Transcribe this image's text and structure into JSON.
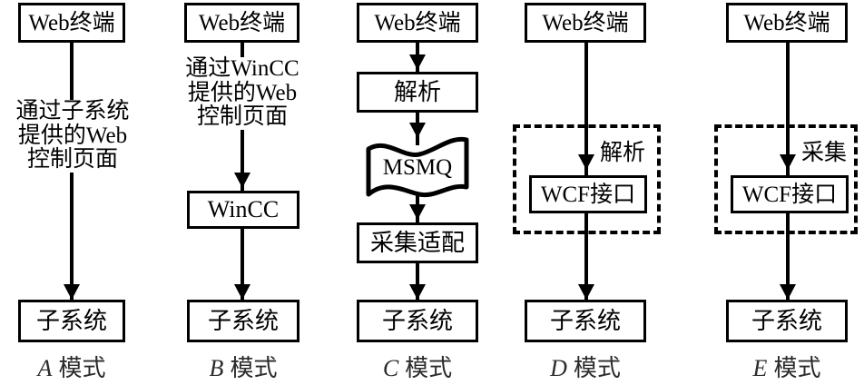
{
  "diagram": {
    "title": "Web terminal access mode comparison diagram",
    "columns": [
      {
        "id": "A",
        "mode_letter": "A",
        "mode_word": "模式",
        "top_node": "Web终端",
        "bottom_node": "子系统",
        "path_text_lines": [
          "通过子系统",
          "提供的Web",
          "控制页面"
        ],
        "middle_nodes": []
      },
      {
        "id": "B",
        "mode_letter": "B",
        "mode_word": "模式",
        "top_node": "Web终端",
        "bottom_node": "子系统",
        "path_text_lines": [
          "通过WinCC",
          "提供的Web",
          "控制页面"
        ],
        "middle_nodes": [
          "WinCC"
        ]
      },
      {
        "id": "C",
        "mode_letter": "C",
        "mode_word": "模式",
        "top_node": "Web终端",
        "bottom_node": "子系统",
        "path_text_lines": [],
        "middle_nodes": [
          "解析",
          "MSMQ",
          "采集适配"
        ],
        "queue_node": "MSMQ"
      },
      {
        "id": "D",
        "mode_letter": "D",
        "mode_word": "模式",
        "top_node": "Web终端",
        "bottom_node": "子系统",
        "path_text_lines": [],
        "middle_nodes": [
          "WCF接口"
        ],
        "group_caption": "解析"
      },
      {
        "id": "E",
        "mode_letter": "E",
        "mode_word": "模式",
        "top_node": "Web终端",
        "bottom_node": "子系统",
        "path_text_lines": [],
        "middle_nodes": [
          "WCF接口"
        ],
        "group_caption": "采集"
      }
    ],
    "colors": {
      "stroke": "#000000",
      "background": "#ffffff",
      "mode_label": "#2b2b2b"
    }
  }
}
